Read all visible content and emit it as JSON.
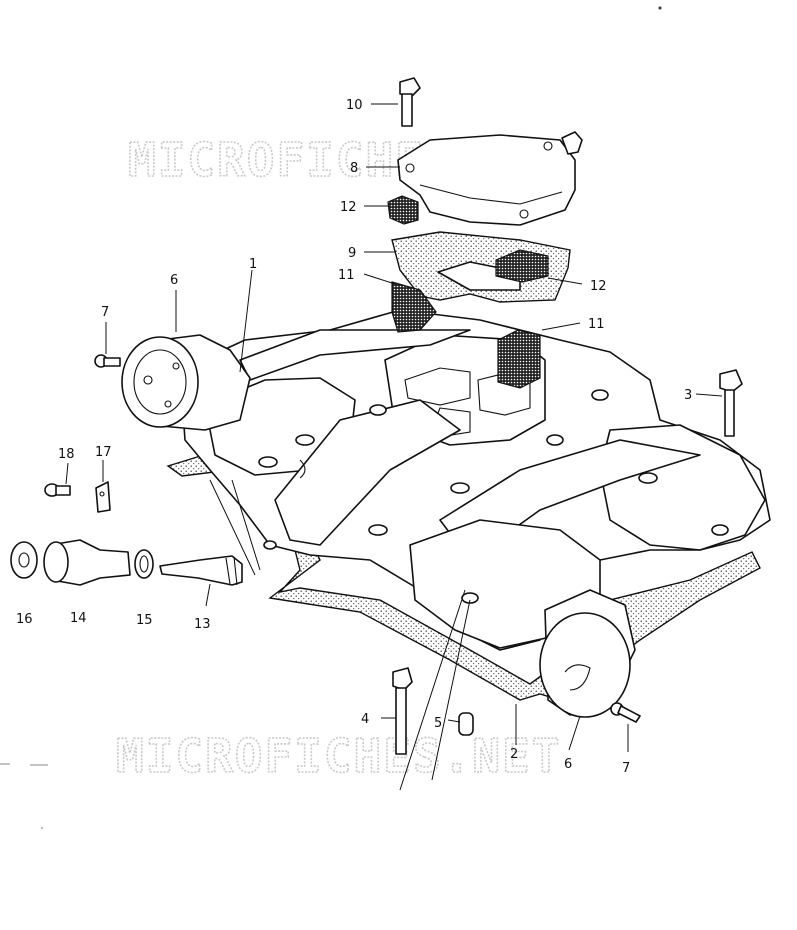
{
  "watermark": "MICROFICHES.NET",
  "callouts": {
    "c1": "1",
    "c2": "2",
    "c3": "3",
    "c4": "4",
    "c5": "5",
    "c6a": "6",
    "c6b": "6",
    "c7a": "7",
    "c7b": "7",
    "c8": "8",
    "c9": "9",
    "c10": "10",
    "c11a": "11",
    "c11b": "11",
    "c12a": "12",
    "c12b": "12",
    "c13": "13",
    "c14": "14",
    "c15": "15",
    "c16": "16",
    "c17": "17",
    "c18": "18"
  }
}
